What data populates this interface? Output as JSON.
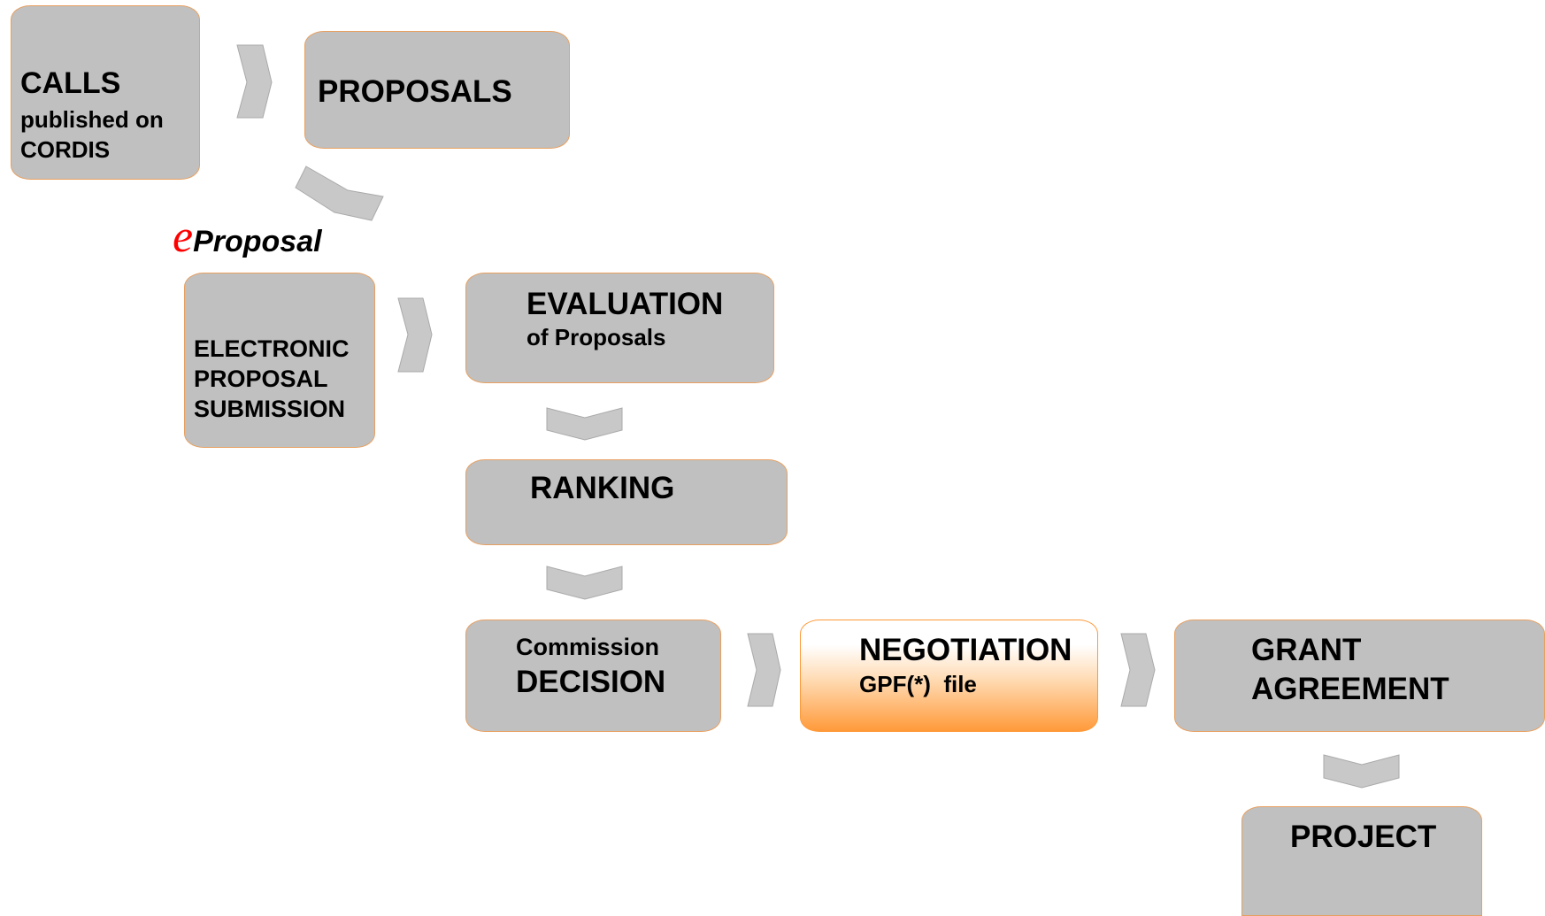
{
  "nodes": {
    "calls": {
      "title": "CALLS",
      "subtitle_line1": "published on",
      "subtitle_line2": "CORDIS"
    },
    "proposals": {
      "title": "PROPOSALS"
    },
    "eproposal": {
      "prefix": "e",
      "label": "Proposal"
    },
    "submission": {
      "line1": "ELECTRONIC",
      "line2": "PROPOSAL",
      "line3": "SUBMISSION"
    },
    "evaluation": {
      "title": "EVALUATION",
      "subtitle": "of Proposals"
    },
    "ranking": {
      "title": "RANKING"
    },
    "decision": {
      "subtitle": "Commission",
      "title": "DECISION"
    },
    "negotiation": {
      "title": "NEGOTIATION",
      "subtitle": "GPF(*)  file"
    },
    "grant": {
      "line1": "GRANT",
      "line2": "AGREEMENT"
    },
    "project": {
      "title": "PROJECT"
    }
  },
  "colors": {
    "box_fill": "#c0c0c0",
    "box_border": "#e8a060",
    "arrow_fill": "#c8c8c8",
    "highlight_fill": "#ff9a3a",
    "e_logo": "#ff0000"
  }
}
